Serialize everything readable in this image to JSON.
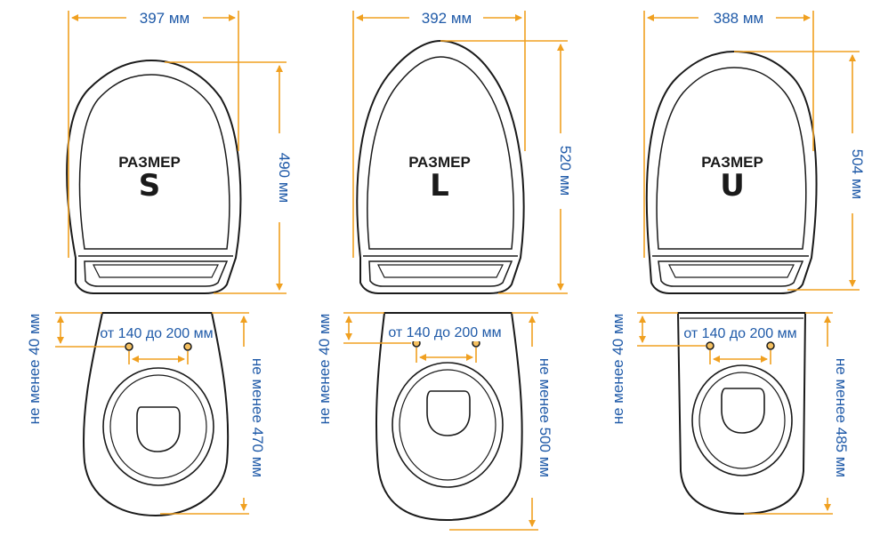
{
  "colors": {
    "dimension_line": "#f0a020",
    "dimension_text": "#1f5aa8",
    "outline": "#1a1a1a"
  },
  "panels": [
    {
      "id": "S",
      "size_word": "РАЗМЕР",
      "size_letter": "S",
      "lid_width": "397 мм",
      "lid_height": "490 мм",
      "hole_offset": "не менее 40 мм",
      "hole_spacing": "от 140 до 200 мм",
      "bowl_length": "не менее 470 мм"
    },
    {
      "id": "L",
      "size_word": "РАЗМЕР",
      "size_letter": "L",
      "lid_width": "392 мм",
      "lid_height": "520 мм",
      "hole_offset": "не менее 40 мм",
      "hole_spacing": "от 140 до 200 мм",
      "bowl_length": "не менее 500 мм"
    },
    {
      "id": "U",
      "size_word": "РАЗМЕР",
      "size_letter": "U",
      "lid_width": "388 мм",
      "lid_height": "504 мм",
      "hole_offset": "не менее 40 мм",
      "hole_spacing": "от 140 до 200 мм",
      "bowl_length": "не менее 485 мм"
    }
  ]
}
